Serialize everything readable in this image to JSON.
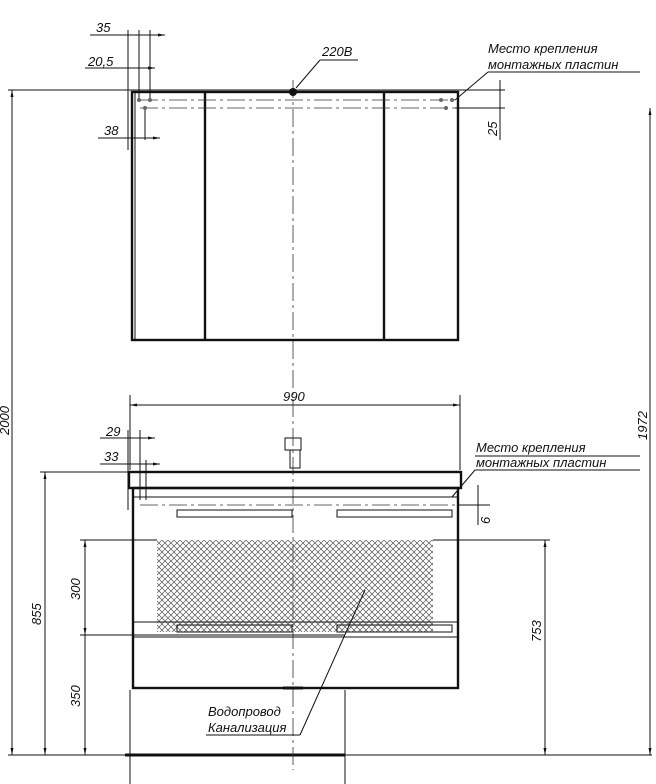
{
  "dimensions": {
    "d35": "35",
    "d20_5": "20,5",
    "d38": "38",
    "d25": "25",
    "d990": "990",
    "d29": "29",
    "d33": "33",
    "d6": "6",
    "d2000": "2000",
    "d1972": "1972",
    "d855": "855",
    "d300": "300",
    "d350": "350",
    "d753": "753"
  },
  "labels": {
    "power": "220В",
    "mount_top_1": "Место крепления",
    "mount_top_2": "монтажных пластин",
    "mount_bottom_1": "Место крепления",
    "mount_bottom_2": "монтажных пластин",
    "water": "Водопровод",
    "sewer": "Канализация"
  }
}
